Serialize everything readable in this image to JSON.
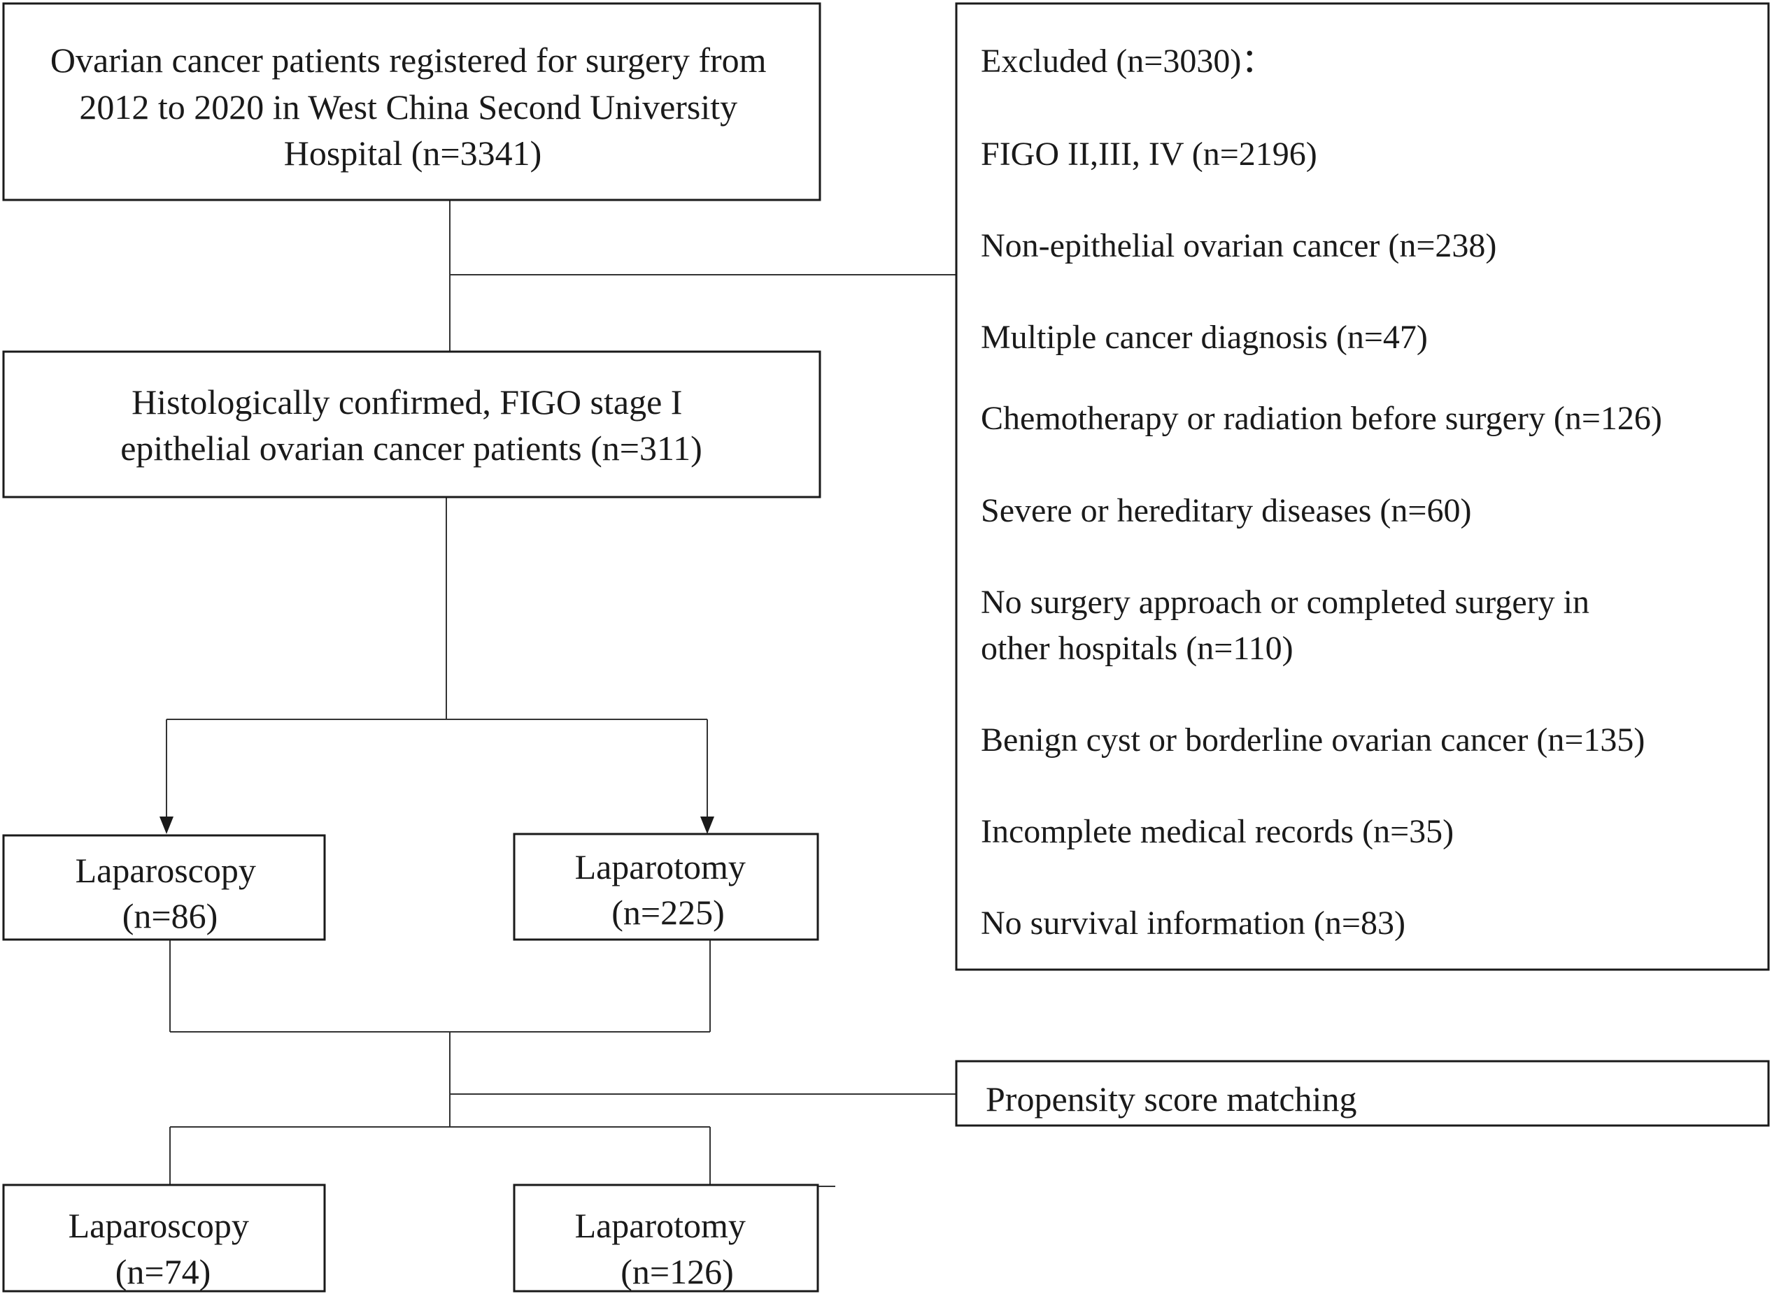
{
  "flowchart": {
    "source_box": {
      "lines": [
        "Ovarian cancer patients registered for surgery from",
        "2012 to 2020 in West China Second University",
        "Hospital (n=3341)"
      ]
    },
    "excluded_box": {
      "title": "Excluded (n=3030)：",
      "items": [
        [
          "FIGO II,III, IV (n=2196)"
        ],
        [
          "Non-epithelial ovarian cancer (n=238)"
        ],
        [
          "Multiple cancer diagnosis (n=47)"
        ],
        [
          "Chemotherapy or radiation before surgery (n=126)"
        ],
        [
          "Severe or hereditary diseases (n=60)"
        ],
        [
          "No surgery approach or completed surgery in",
          "other hospitals (n=110)"
        ],
        [
          "Benign cyst or borderline ovarian cancer (n=135)"
        ],
        [
          "Incomplete medical records (n=35)"
        ],
        [
          "No survival information (n=83)"
        ]
      ]
    },
    "eligible_box": {
      "lines": [
        "Histologically confirmed, FIGO stage I",
        "epithelial ovarian cancer patients (n=311)"
      ]
    },
    "laparoscopy_before": {
      "label": "Laparoscopy",
      "count": "(n=86)"
    },
    "laparotomy_before": {
      "label": "Laparotomy",
      "count": "(n=225)"
    },
    "matching_box": {
      "label": "Propensity score matching"
    },
    "laparoscopy_after": {
      "label": "Laparoscopy",
      "count": "(n=74)"
    },
    "laparotomy_after": {
      "label": "Laparotomy",
      "count": "(n=126)"
    }
  }
}
